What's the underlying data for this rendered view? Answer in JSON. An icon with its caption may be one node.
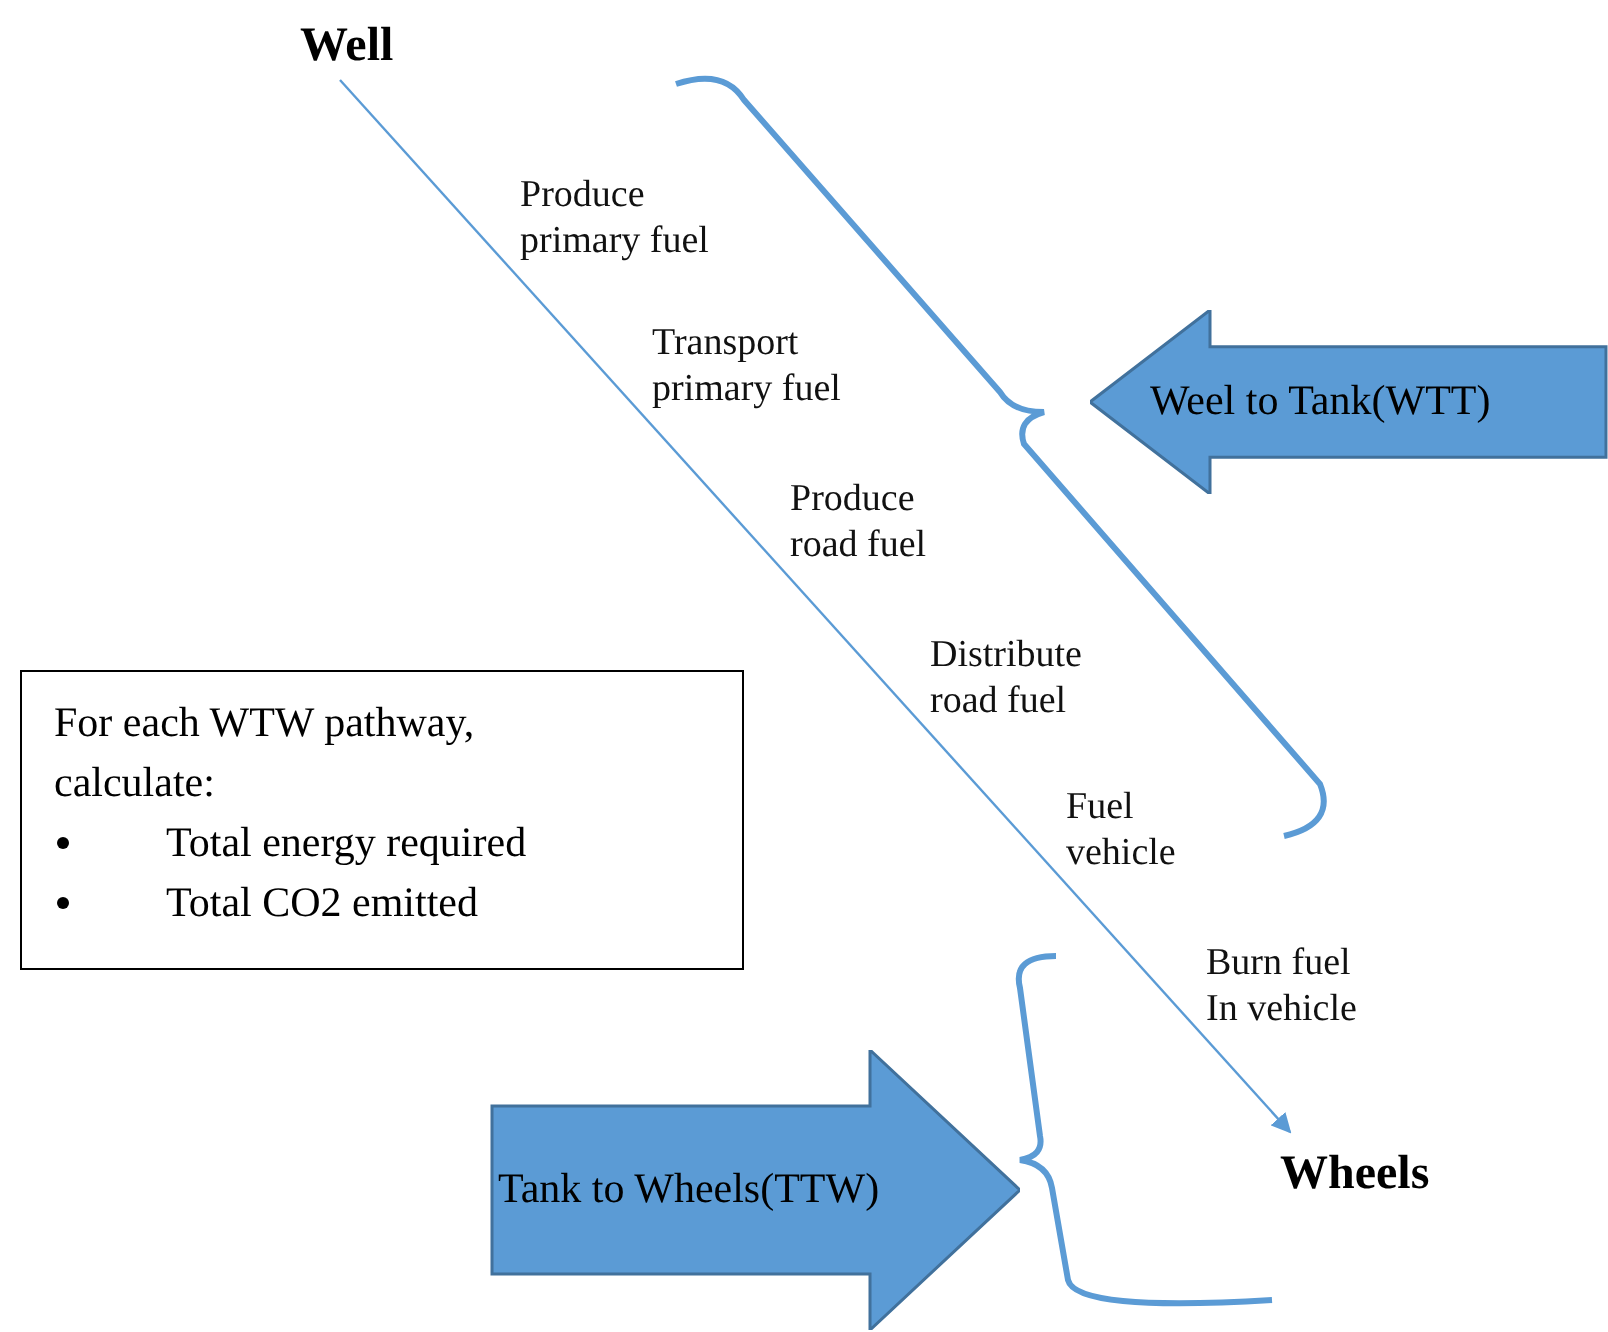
{
  "diagram": {
    "nodes": [
      {
        "text": [
          "Well"
        ]
      },
      {
        "text": [
          "Wheels"
        ]
      },
      {
        "text": [
          "Weel to Tank(WTT)"
        ]
      },
      {
        "text": [
          "Tank to Wheels(TTW)"
        ]
      },
      {
        "text": [
          "For each WTW pathway, calculate:",
          "Total energy required",
          "Total CO2 emitted"
        ]
      }
    ],
    "edges": [
      {
        "from": 0,
        "to": 1,
        "arrow": "to"
      }
    ],
    "labels": [
      "Produce primary fuel",
      "Transport primary fuel",
      "Produce road fuel",
      "Distribute road fuel",
      "Fuel vehicle",
      "Burn fuel In vehicle"
    ]
  }
}
